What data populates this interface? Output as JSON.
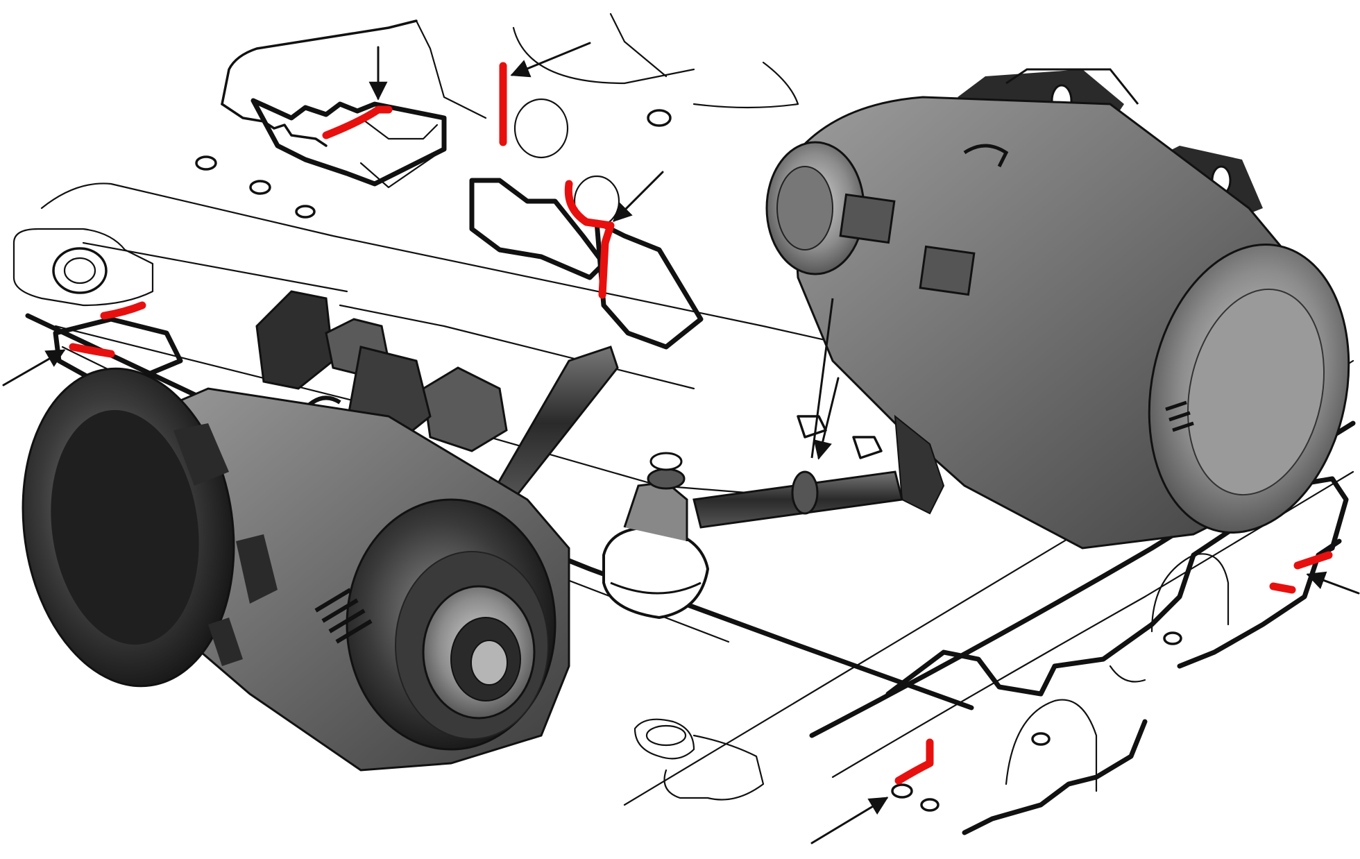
{
  "colors": {
    "background": "#ffffff",
    "linework": "#111111",
    "highlight": "#e8100e",
    "pointer": "#111111",
    "machine_dark": "#2b2b2b",
    "machine_mid": "#6f6f6f",
    "machine_light": "#a9a9a9"
  },
  "components": {
    "front_machine": "traction-motor",
    "rear_machine": "traction-motor",
    "link": "tie-rod"
  },
  "highlight_count": 8,
  "pointer_count": 7
}
